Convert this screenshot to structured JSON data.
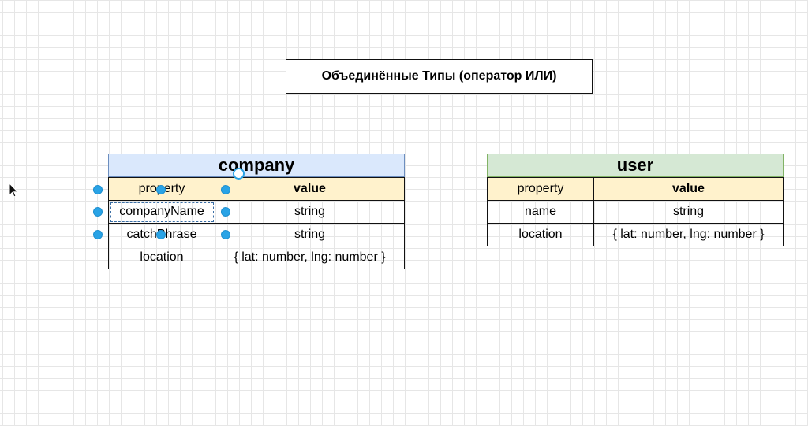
{
  "title": "Объединённые Типы (оператор ИЛИ)",
  "company": {
    "name": "company",
    "headers": {
      "property": "property",
      "value": "value"
    },
    "rows": [
      {
        "property": "companyName",
        "value": "string"
      },
      {
        "property": "catchPhrase",
        "value": "string"
      },
      {
        "property": "location",
        "value": "{ lat: number, lng: number }"
      }
    ]
  },
  "user": {
    "name": "user",
    "headers": {
      "property": "property",
      "value": "value"
    },
    "rows": [
      {
        "property": "name",
        "value": "string"
      },
      {
        "property": "location",
        "value": "{ lat: number, lng: number }"
      }
    ]
  },
  "colors": {
    "company_header": "#dae8fc",
    "user_header": "#d5e8d4",
    "column_header": "#fff2cc",
    "selection_handle": "#29a3e6"
  },
  "icons": [
    "mouse-cursor-icon",
    "rotate-handle-icon"
  ]
}
